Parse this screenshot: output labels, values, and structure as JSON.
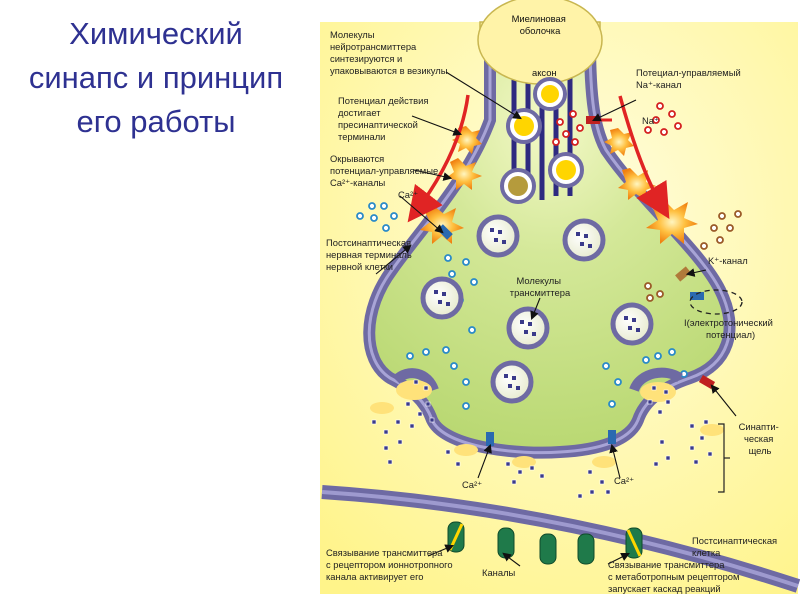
{
  "title": {
    "lines": [
      "Химический",
      "синапс и принцип",
      "его работы"
    ]
  },
  "labels": {
    "myelin": [
      "Миелиновая",
      "оболочка"
    ],
    "axon": "аксон",
    "neurotransmitter": [
      "Молекулы",
      "нейротрансмиттера",
      "синтезируются и",
      "упаковываются в везикулы"
    ],
    "action_potential": [
      "Потенциал действия",
      "достигает",
      "пресинаптической",
      "терминали"
    ],
    "ca_open": [
      "Окрываются",
      "потенциал-управляемые",
      "Ca²⁺-каналы"
    ],
    "postsyn_terminal": [
      "Постсинаптическая",
      "нервная терминаль",
      "нервной клетки"
    ],
    "na_channel": [
      "Потециал-управляемый",
      "Na⁺-канал"
    ],
    "na_ion": "Na⁺",
    "ca_ion_top": "Ca²⁺",
    "k_channel": "K⁺-канал",
    "electrotonic": [
      "I(электротонический",
      "потенциал)"
    ],
    "transmitter_molecules": [
      "Молекулы",
      "трансмиттера"
    ],
    "cleft": [
      "Синапти-",
      "ческая",
      "щель"
    ],
    "ca_left": "Ca²⁺",
    "ca_right": "Ca²⁺",
    "postsyn_cell": [
      "Постсинаптическая",
      "клетка"
    ],
    "ionotropic": [
      "Связывание трансмиттера",
      "с рецептором ионнотропного",
      "канала активирует его"
    ],
    "channels": "Каналы",
    "metabotropic": [
      "Связывание трансмиттера",
      "с метаботропным рецептором",
      "запускает каскад реакций"
    ]
  },
  "colors": {
    "title": "#2e3191",
    "panel": "#fff79a",
    "terminal_fill": "#c9e289",
    "membrane": "#6e6aa3",
    "myelin": "#fff0a0",
    "vesicle_core": "#ffd500",
    "arrow_red": "#e02424"
  }
}
